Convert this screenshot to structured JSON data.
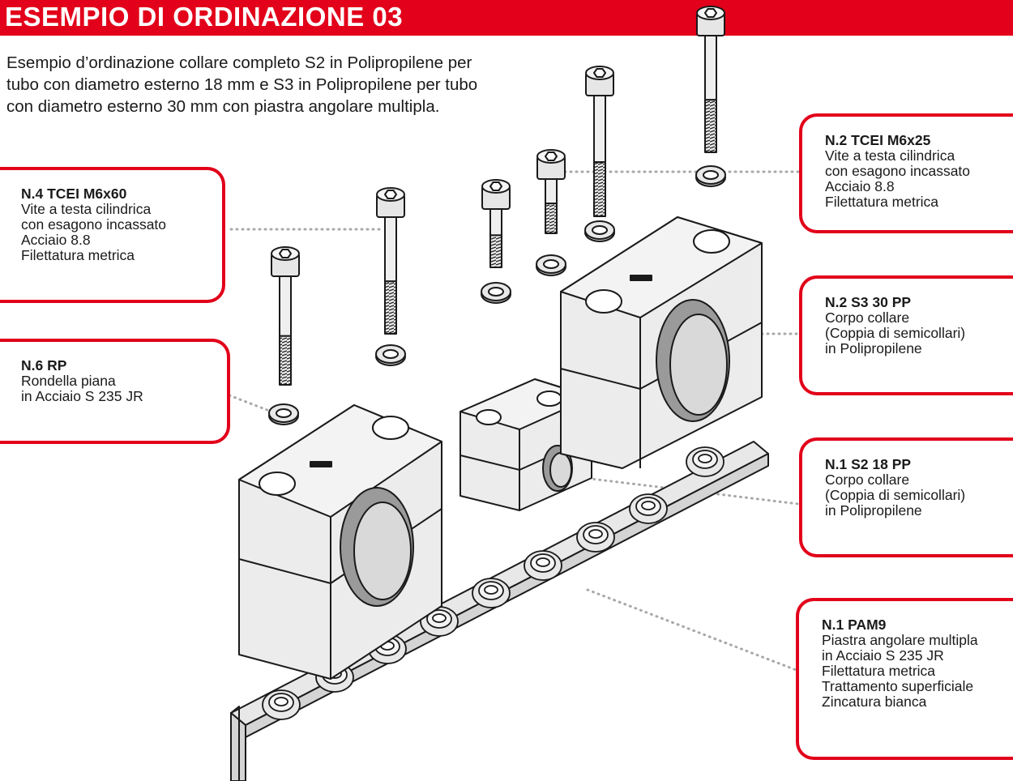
{
  "header": {
    "title": "ESEMPIO DI ORDINAZIONE 03"
  },
  "intro": {
    "lines": [
      "Esempio d’ordinazione collare completo S2 in Polipropilene per",
      "tubo con diametro esterno 18 mm e S3 in Polipropilene per tubo",
      "con diametro esterno 30 mm con piastra angolare multipla."
    ]
  },
  "colors": {
    "accent": "#e2001a",
    "part_fill": "#e8e8e8",
    "part_stroke": "#1a1a1a"
  },
  "callouts": [
    {
      "id": "tcei-m6x60",
      "title": "N.4 TCEI M6x60",
      "lines": [
        "Vite a testa cilindrica",
        "con esagono incassato",
        "Acciaio 8.8",
        "Filettatura metrica"
      ]
    },
    {
      "id": "rp",
      "title": "N.6 RP",
      "lines": [
        "Rondella piana",
        "in Acciaio S 235 JR"
      ]
    },
    {
      "id": "tcei-m6x25",
      "title": "N.2 TCEI M6x25",
      "lines": [
        "Vite a testa cilindrica",
        "con esagono incassato",
        "Acciaio 8.8",
        "Filettatura metrica"
      ]
    },
    {
      "id": "s3-30-pp",
      "title": "N.2 S3 30 PP",
      "lines": [
        "Corpo collare",
        "(Coppia di semicollari)",
        "in Polipropilene"
      ]
    },
    {
      "id": "s2-18-pp",
      "title": "N.1 S2 18 PP",
      "lines": [
        "Corpo collare",
        "(Coppia di semicollari)",
        "in Polipropilene"
      ]
    },
    {
      "id": "pam9",
      "title": "N.1 PAM9",
      "lines": [
        "Piastra angolare multipla",
        "in Acciaio S 235 JR",
        "Filettatura metrica",
        "Trattamento superficiale",
        "Zincatura bianca"
      ]
    }
  ]
}
